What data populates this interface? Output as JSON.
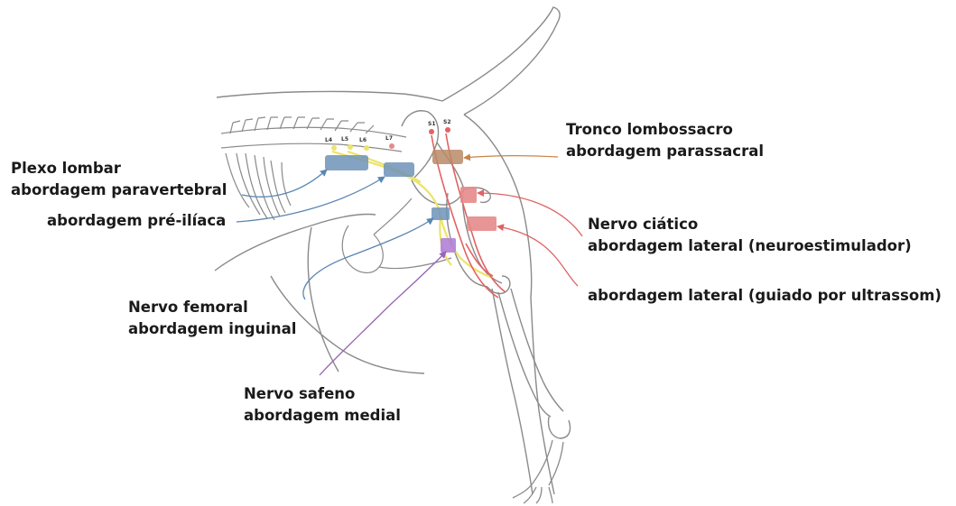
{
  "labels": {
    "plexo_lombar": "Plexo lombar",
    "paravertebral": "abordagem paravertebral",
    "pre_iliaca": "abordagem pré-ilíaca",
    "femoral_title": "Nervo femoral",
    "inguinal": "abordagem inguinal",
    "safeno_title": "Nervo safeno",
    "medial": "abordagem medial",
    "tronco_title": "Tronco lombossacro",
    "parassacral": "abordagem parassacral",
    "ciatico_title": "Nervo ciático",
    "lateral_neuro": "abordagem lateral (neuroestimulador)",
    "lateral_us": "abordagem lateral (guiado por ultrassom)"
  },
  "vertebrae": {
    "l4": "L4",
    "l5": "L5",
    "l6": "L6",
    "l7": "L7",
    "s1": "S1",
    "s2": "S2"
  },
  "colors": {
    "outline": "#8a8a8a",
    "femoral_nerve": "#ece36a",
    "sciatic_nerve": "#e26262",
    "blue_block": "#6f93b8",
    "brown_block": "#b98a67",
    "red_block": "#e58a8a",
    "purple_block": "#b27fd8",
    "blue_arrow": "#5b86b2",
    "orange_arrow": "#c88445",
    "red_arrow": "#df6262",
    "purple_arrow": "#9a62b8"
  }
}
